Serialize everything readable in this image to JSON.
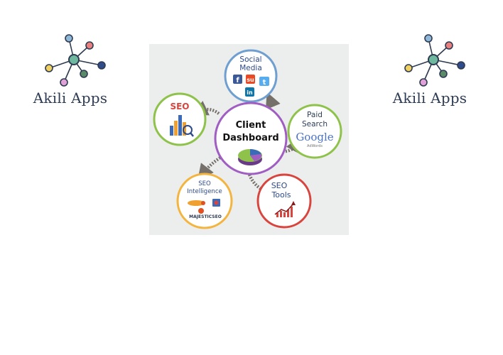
{
  "brand": {
    "left_logo_text": "Akili Apps",
    "right_logo_text": "Akili Apps",
    "logo_icon": "network-node-icon"
  },
  "diagram": {
    "center": {
      "line1": "Client",
      "line2": "Dashboard",
      "icon": "pie-chart-icon"
    },
    "nodes": {
      "social": {
        "line1": "Social",
        "line2": "Media",
        "icons": [
          "facebook-icon",
          "stumbleupon-icon",
          "twitter-icon",
          "linkedin-icon"
        ]
      },
      "seo": {
        "label": "SEO",
        "icon": "bar-chart-magnifier-icon"
      },
      "paid": {
        "line1": "Paid",
        "line2": "Search",
        "logo": "Google",
        "sublogo": "AdWords"
      },
      "intel": {
        "line1": "SEO",
        "line2": "Intelligence",
        "logo": "MAJESTICSEO"
      },
      "tools": {
        "line1": "SEO",
        "line2": "Tools",
        "icon": "rising-graph-icon"
      }
    },
    "colors": {
      "social": "#6f9fd0",
      "seo": "#8ec24a",
      "paid": "#8ec24a",
      "intel": "#f3b540",
      "tools": "#d8453f",
      "center": "#a05ec2",
      "arrow": "#76706a",
      "background": "#eceeee"
    }
  }
}
